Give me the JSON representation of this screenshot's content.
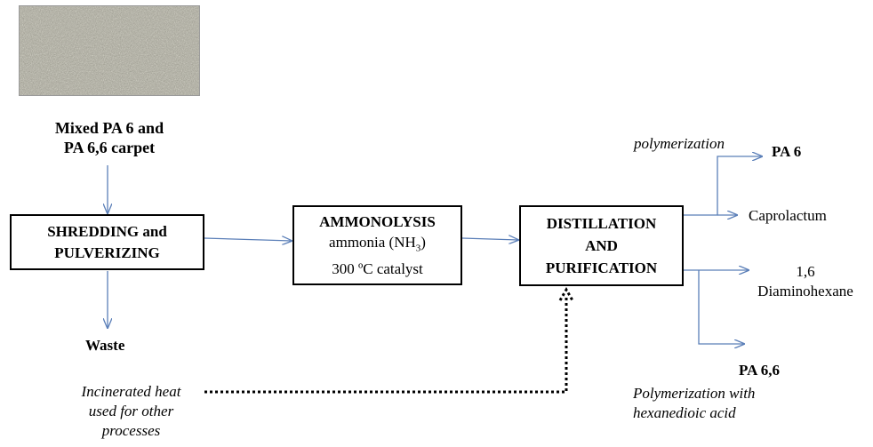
{
  "input": {
    "label_line1": "Mixed PA 6 and",
    "label_line2": "PA 6,6 carpet"
  },
  "boxes": {
    "shredding": {
      "line1": "SHREDDING and",
      "line2": "PULVERIZING"
    },
    "ammonolysis": {
      "title": "AMMONOLYSIS",
      "line2_pre": "ammonia (NH",
      "line2_sub": "3",
      "line2_post": ")",
      "line3": "300 ºC catalyst"
    },
    "distillation": {
      "line1": "DISTILLATION",
      "line2": "AND",
      "line3": "PURIFICATION"
    }
  },
  "outputs": {
    "waste": "Waste",
    "polymerization": "polymerization",
    "pa6": "PA 6",
    "caprolactum": "Caprolactum",
    "diamino_line1": "1,6",
    "diamino_line2": "Diaminohexane",
    "pa66": "PA 6,6",
    "pa66_note_line1": "Polymerization with",
    "pa66_note_line2": "hexanedioic acid"
  },
  "heat_note": {
    "line1": "Incinerated heat",
    "line2": "used for other",
    "line3": "processes"
  },
  "colors": {
    "arrow": "#5b7fb8",
    "dotted": "#000000",
    "box_border": "#000000"
  }
}
